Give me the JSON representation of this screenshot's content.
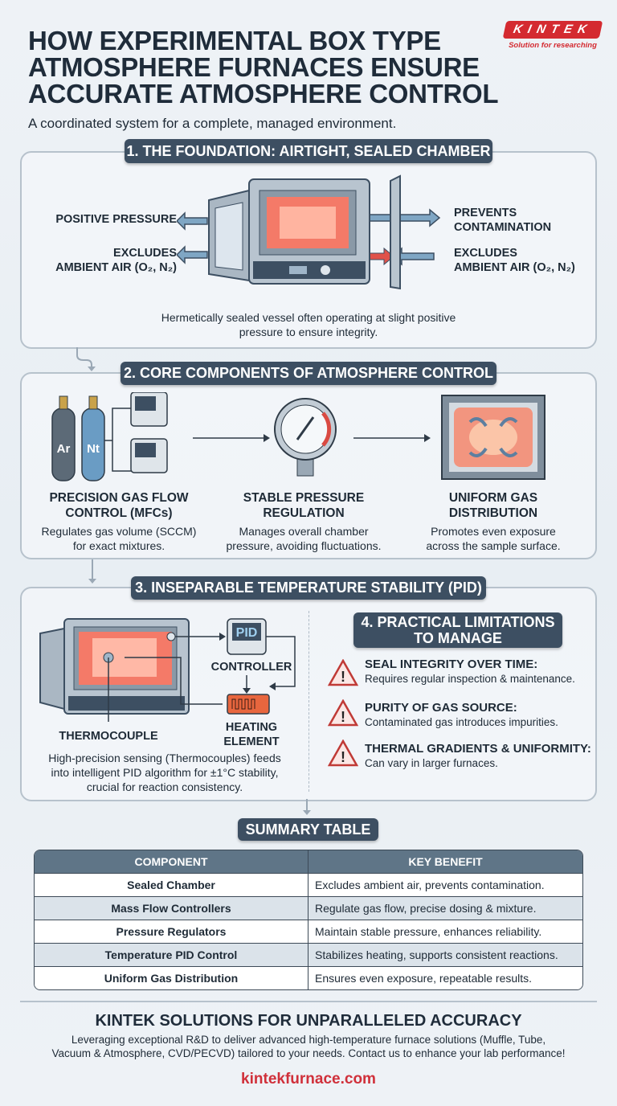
{
  "header": {
    "title_lines": [
      "HOW EXPERIMENTAL BOX TYPE",
      "ATMOSPHERE FURNACES ENSURE",
      "ACCURATE ATMOSPHERE CONTROL"
    ],
    "subtitle": "A coordinated system for a complete, managed environment.",
    "logo": {
      "brand": "KINTEK",
      "tagline": "Solution for researching",
      "color": "#d42a30"
    }
  },
  "section1": {
    "heading": "1. THE FOUNDATION: AIRTIGHT, SEALED CHAMBER",
    "left_labels": [
      "POSITIVE PRESSURE",
      "EXCLUDES",
      "AMBIENT AIR (O₂, N₂)"
    ],
    "right_labels": [
      "PREVENTS",
      "CONTAMINATION",
      "EXCLUDES",
      "AMBIENT AIR (O₂, N₂)"
    ],
    "caption_lines": [
      "Hermetically sealed vessel often operating at slight positive",
      "pressure to ensure integrity."
    ]
  },
  "section2": {
    "heading": "2. CORE COMPONENTS OF ATMOSPHERE CONTROL",
    "cylinders": [
      "Ar",
      "Nt"
    ],
    "items": [
      {
        "title": [
          "PRECISION GAS FLOW",
          "CONTROL (MFCs)"
        ],
        "desc": [
          "Regulates gas volume (SCCM)",
          "for exact mixtures."
        ]
      },
      {
        "title": [
          "STABLE PRESSURE",
          "REGULATION"
        ],
        "desc": [
          "Manages overall chamber",
          "pressure, avoiding fluctuations."
        ]
      },
      {
        "title": [
          "UNIFORM GAS",
          "DISTRIBUTION"
        ],
        "desc": [
          "Promotes even exposure",
          "across the sample surface."
        ]
      }
    ]
  },
  "section3": {
    "heading": "3. INSEPARABLE TEMPERATURE STABILITY (PID)",
    "pid": "PID",
    "controller": "CONTROLLER",
    "heating": [
      "HEATING",
      "ELEMENT"
    ],
    "thermocouple": "THERMOCOUPLE",
    "caption_lines": [
      "High-precision sensing (Thermocouples) feeds",
      "into intelligent PID algorithm for ±1°C stability,",
      "crucial for reaction consistency."
    ]
  },
  "section4": {
    "heading": [
      "4. PRACTICAL LIMITATIONS",
      "TO MANAGE"
    ],
    "items": [
      {
        "title": "SEAL INTEGRITY OVER TIME:",
        "desc": "Requires regular inspection & maintenance."
      },
      {
        "title": "PURITY OF GAS SOURCE:",
        "desc": "Contaminated gas introduces impurities."
      },
      {
        "title": "THERMAL GRADIENTS & UNIFORMITY:",
        "desc": "Can vary in larger furnaces."
      }
    ]
  },
  "summary": {
    "heading": "SUMMARY TABLE",
    "columns": [
      "COMPONENT",
      "KEY BENEFIT"
    ],
    "rows": [
      [
        "Sealed Chamber",
        "Excludes ambient air, prevents contamination."
      ],
      [
        "Mass Flow Controllers",
        "Regulate gas flow, precise dosing & mixture."
      ],
      [
        "Pressure Regulators",
        "Maintain stable pressure, enhances reliability."
      ],
      [
        "Temperature PID Control",
        "Stabilizes heating, supports consistent reactions."
      ],
      [
        "Uniform Gas Distribution",
        "Ensures even exposure, repeatable results."
      ]
    ]
  },
  "footer": {
    "title": "KINTEK SOLUTIONS FOR UNPARALLELED ACCURACY",
    "lines": [
      "Leveraging exceptional R&D to deliver advanced high-temperature furnace solutions (Muffle, Tube,",
      "Vacuum & Atmosphere, CVD/PECVD) tailored to your needs. Contact us to enhance your lab performance!"
    ],
    "url": "kintekfurnace.com"
  },
  "colors": {
    "accent_dark": "#3d4f62",
    "heat": "#f0624f",
    "link": "#d0303a"
  }
}
